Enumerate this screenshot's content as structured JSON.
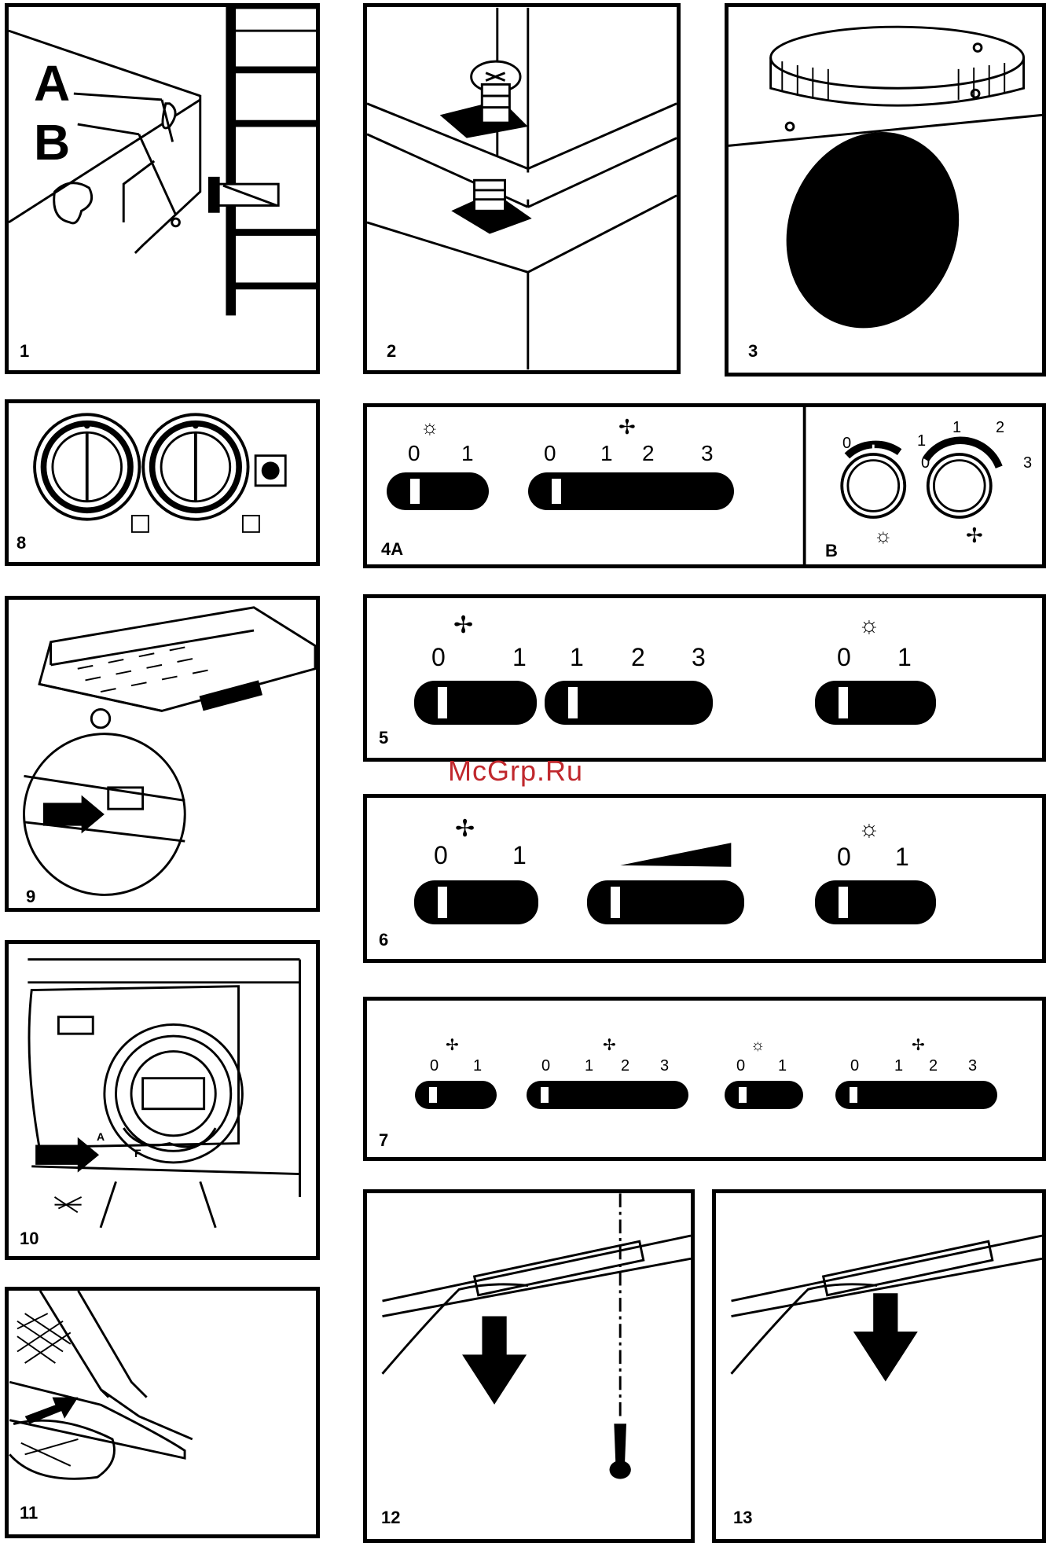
{
  "figures": {
    "f1": {
      "label": "1",
      "letter_a": "A",
      "letter_b": "B"
    },
    "f2": {
      "label": "2"
    },
    "f3": {
      "label": "3"
    },
    "f8": {
      "label": "8"
    },
    "f4": {
      "label": "4A",
      "label_b": "B",
      "light": {
        "s0": "0",
        "s1": "1"
      },
      "fan": {
        "s0": "0",
        "s1": "1",
        "s2": "2",
        "s3": "3"
      },
      "knob_light": {
        "s0": "0",
        "s1": "1"
      },
      "knob_fan": {
        "s0": "0",
        "s1": "1",
        "s2": "2",
        "s3": "3"
      }
    },
    "f5": {
      "label": "5",
      "fan": {
        "s0": "0",
        "s1": "1"
      },
      "speed": {
        "s1": "1",
        "s2": "2",
        "s3": "3"
      },
      "light": {
        "s0": "0",
        "s1": "1"
      }
    },
    "f6": {
      "label": "6",
      "fan": {
        "s0": "0",
        "s1": "1"
      },
      "light": {
        "s0": "0",
        "s1": "1"
      }
    },
    "f7": {
      "label": "7",
      "fan": {
        "s0": "0",
        "s1": "1"
      },
      "speed1": {
        "s0": "0",
        "s1": "1",
        "s2": "2",
        "s3": "3"
      },
      "light": {
        "s0": "0",
        "s1": "1"
      },
      "speed2": {
        "s0": "0",
        "s1": "1",
        "s2": "2",
        "s3": "3"
      }
    },
    "f9": {
      "label": "9"
    },
    "f10": {
      "label": "10",
      "letter_a": "A",
      "letter_f": "F"
    },
    "f11": {
      "label": "11"
    },
    "f12": {
      "label": "12"
    },
    "f13": {
      "label": "13"
    }
  },
  "watermark": "McGrp.Ru",
  "icons": [
    "fan-icon",
    "light-icon"
  ]
}
